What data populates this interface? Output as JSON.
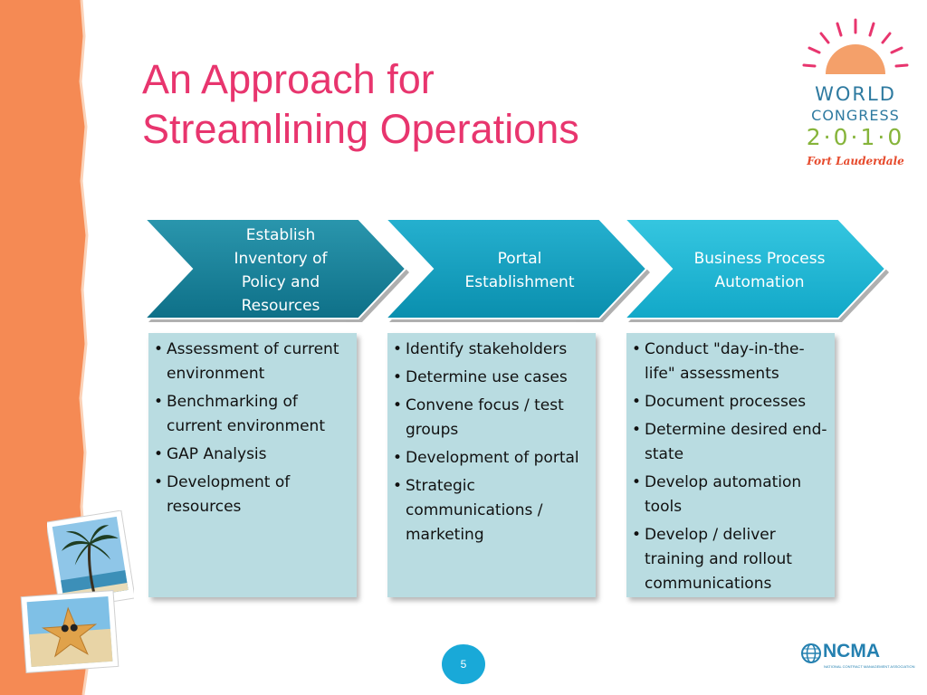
{
  "slide": {
    "title_line1": "An Approach for",
    "title_line2": "Streamlining Operations",
    "page_number": "5"
  },
  "logo": {
    "line1": "WORLD",
    "line2": "CONGRESS",
    "line3": "2·0·1·0",
    "line4": "Fort Lauderdale"
  },
  "footer_logo": {
    "name": "NCMA",
    "tagline": "NATIONAL CONTRACT MANAGEMENT ASSOCIATION"
  },
  "colors": {
    "title": "#e8356e",
    "left_strip": "#f58a54",
    "chevron_1": "#147f98",
    "chevron_2": "#0e9cbc",
    "chevron_3": "#19b3d1",
    "box_fill": "#b9dce1"
  },
  "process": [
    {
      "heading_lines": [
        "Establish",
        "Inventory of",
        "Policy and",
        "Resources"
      ],
      "items": [
        "Assessment of current environment",
        "Benchmarking of current environment",
        "GAP Analysis",
        "Development of resources"
      ]
    },
    {
      "heading_lines": [
        "Portal",
        "Establishment"
      ],
      "items": [
        "Identify stakeholders",
        "Determine use cases",
        "Convene focus / test groups",
        "Development of portal",
        "Strategic communications / marketing"
      ]
    },
    {
      "heading_lines": [
        "Business Process",
        "Automation"
      ],
      "items": [
        "Conduct \"day-in-the-life\" assessments",
        "Document processes",
        "Determine desired end-state",
        "Develop automation tools",
        "Develop / deliver training and rollout communications"
      ]
    }
  ]
}
